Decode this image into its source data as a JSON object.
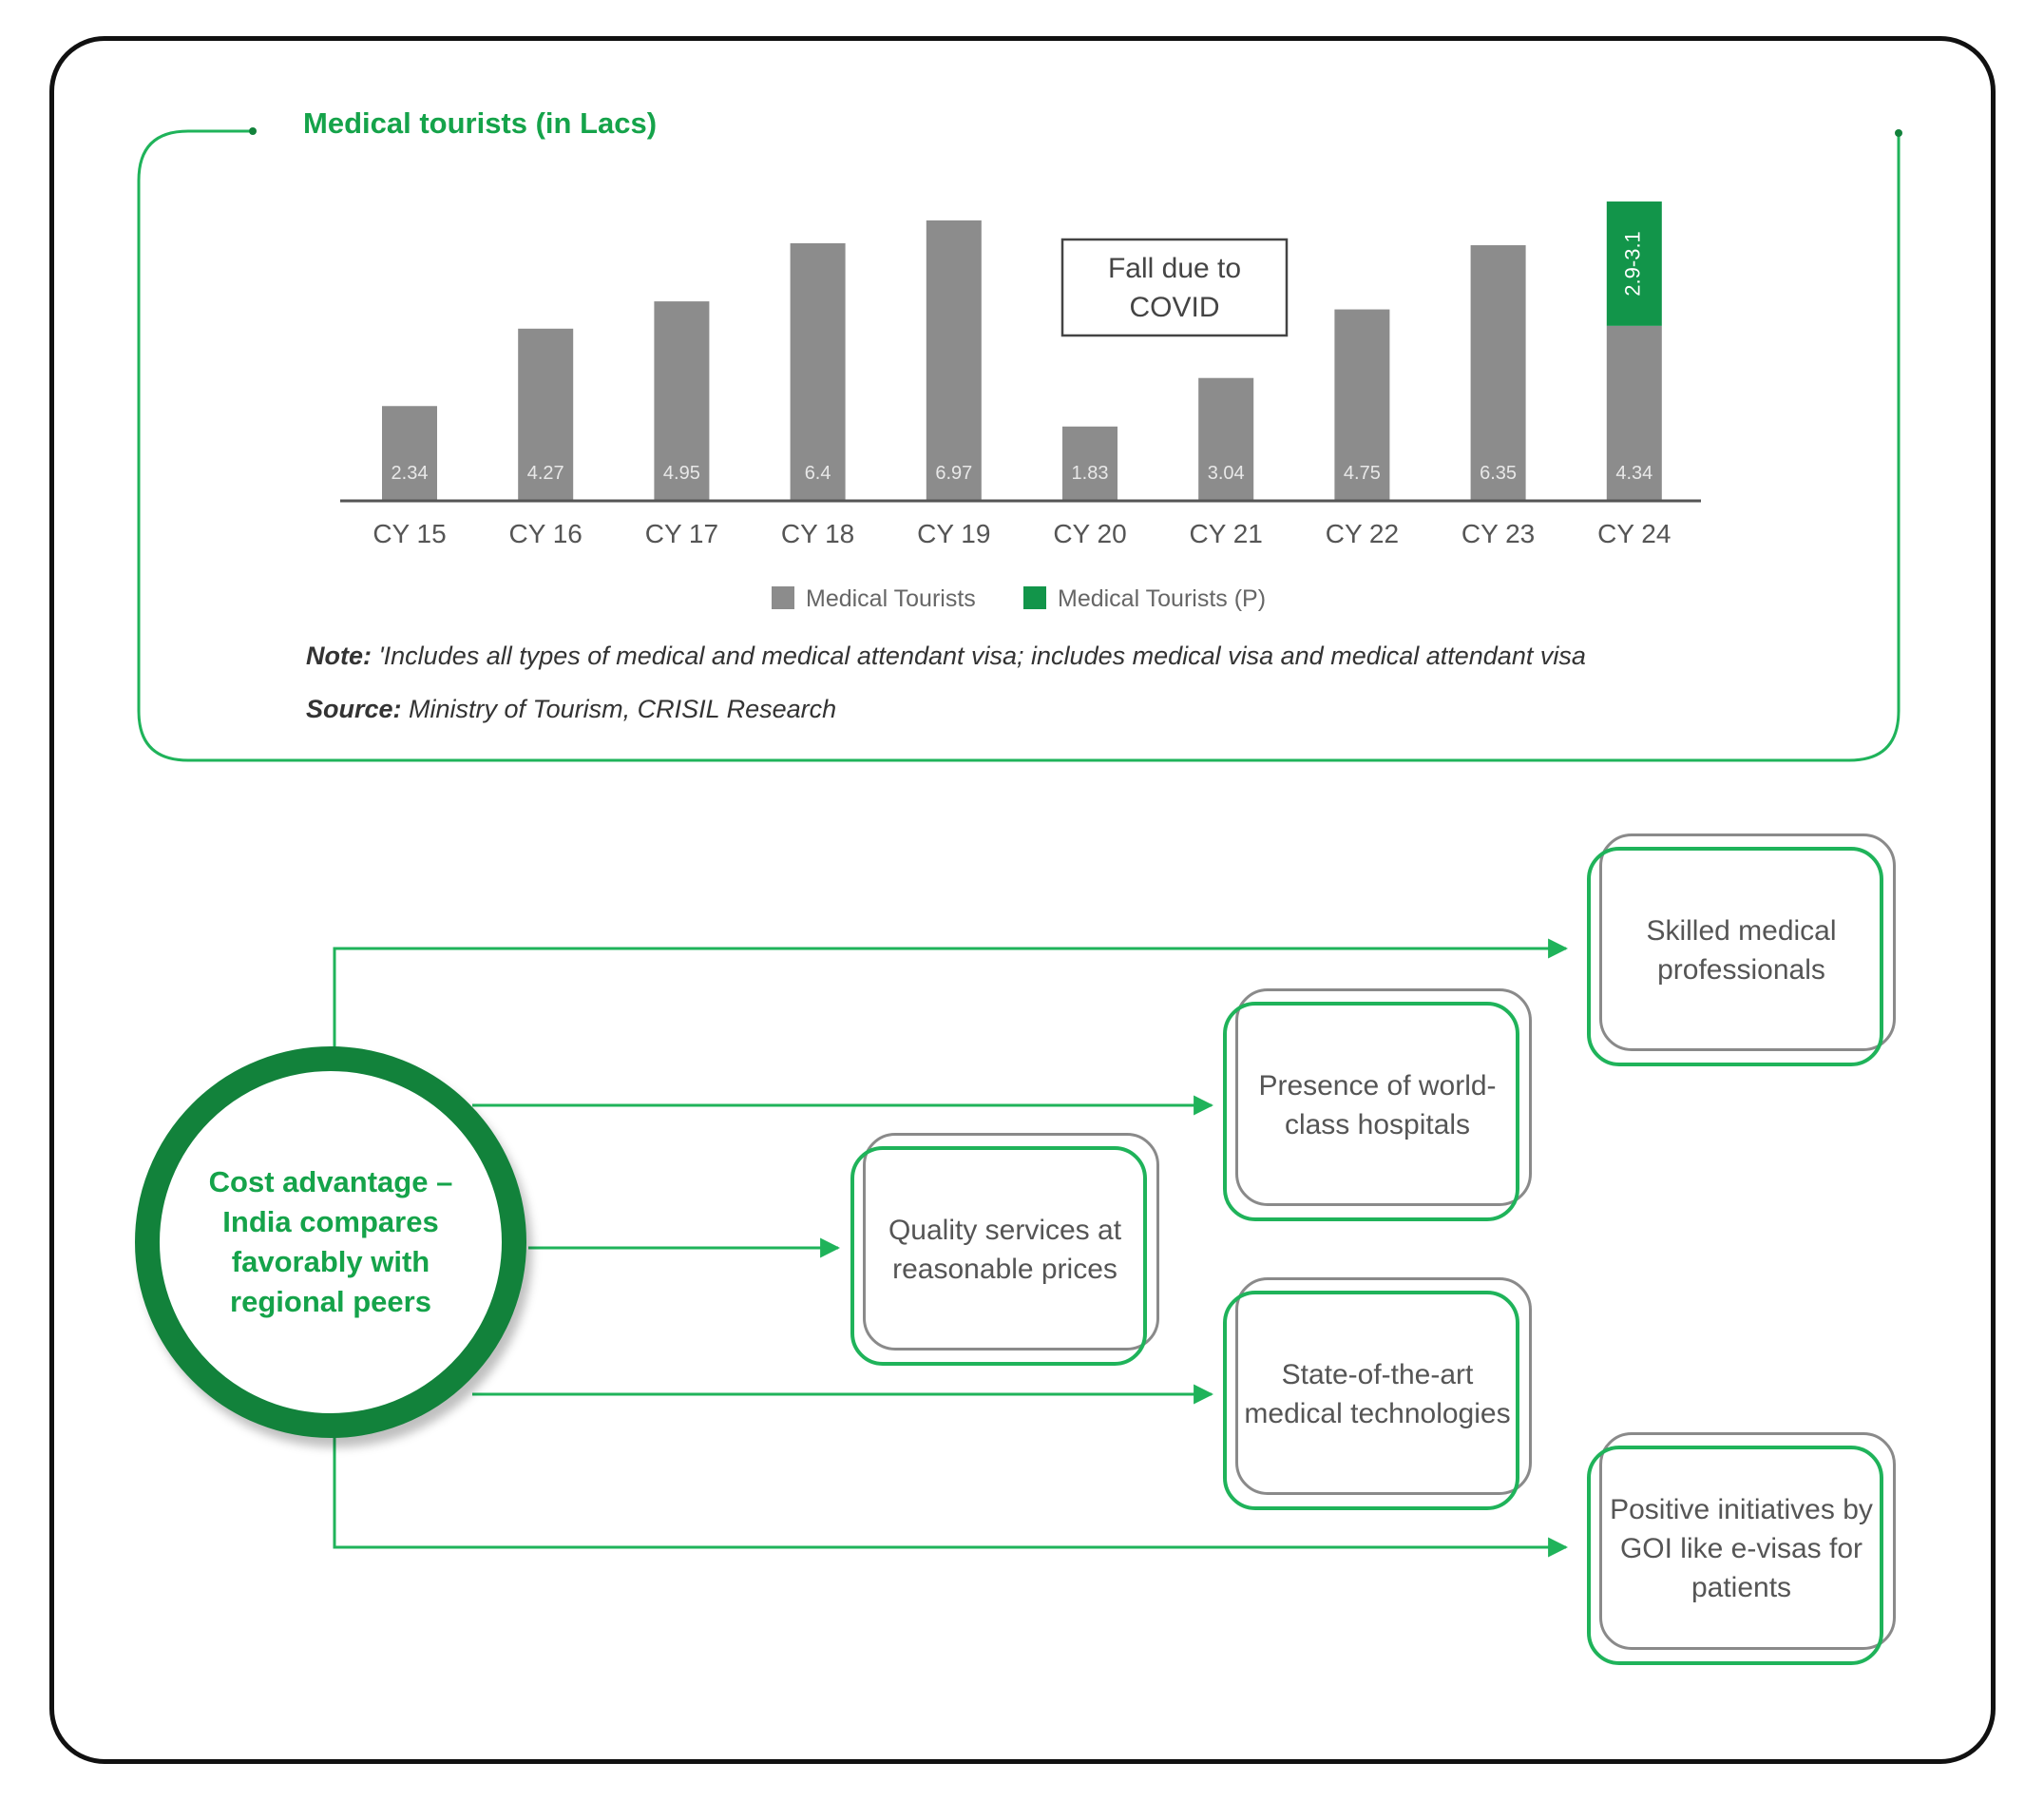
{
  "chart_data": {
    "type": "bar",
    "title": "Medical tourists (in Lacs)",
    "categories": [
      "CY 15",
      "CY 16",
      "CY 17",
      "CY 18",
      "CY 19",
      "CY 20",
      "CY 21",
      "CY 22",
      "CY 23",
      "CY 24"
    ],
    "series": [
      {
        "name": "Medical Tourists",
        "color": "#8c8c8c",
        "values": [
          2.34,
          4.27,
          4.95,
          6.4,
          6.97,
          1.83,
          3.04,
          4.75,
          6.35,
          4.34
        ]
      },
      {
        "name": "Medical Tourists (P)",
        "color": "#12954a",
        "values": [
          null,
          null,
          null,
          null,
          null,
          null,
          null,
          null,
          null,
          3.1
        ]
      }
    ],
    "data_labels": [
      "2.34",
      "4.27",
      "4.95",
      "6.4",
      "6.97",
      "1.83",
      "3.04",
      "4.75",
      "6.35",
      "4.34"
    ],
    "projection_label": "2.9-3.1",
    "annotation": "Fall due to COVID",
    "stacked": true,
    "legend_position": "bottom",
    "grid": false,
    "xlabel": "",
    "ylabel": "",
    "ylim": [
      0,
      8
    ]
  },
  "note": {
    "label": "Note:",
    "text": " 'Includes all types of medical and medical attendant visa; includes medical visa and medical attendant visa"
  },
  "source": {
    "label": "Source:",
    "text": " Ministry of Tourism, CRISIL Research"
  },
  "diagram": {
    "hub": "Cost advantage – India compares favorably with regional peers",
    "boxes": [
      "Skilled medical professionals",
      "Presence of world-class hospitals",
      "Quality services at reasonable prices",
      "State-of-the-art medical technologies",
      "Positive initiatives by GOI like e-visas for patients"
    ]
  },
  "colors": {
    "accent": "#15a34a",
    "hub_ring": "#12823b",
    "bar_gray": "#8c8c8c",
    "bar_projection": "#12954a"
  }
}
